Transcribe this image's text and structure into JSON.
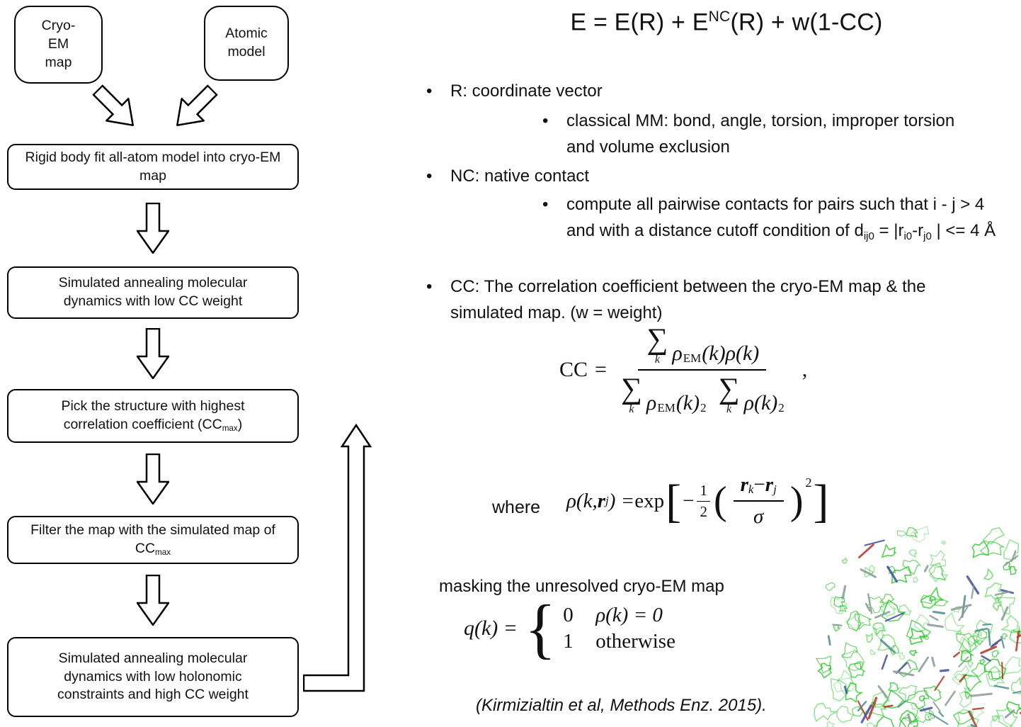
{
  "flowchart": {
    "cryo": "Cryo-EM map",
    "atomic": "Atomic model",
    "rigid": "Rigid body fit all-atom model into cryo-EM map",
    "sa_low": "Simulated annealing molecular dynamics with low CC weight",
    "pick_pre": "Pick the structure with highest correlation coefficient (CC",
    "pick_sub": "max",
    "pick_post": ")",
    "filter_pre": "Filter the map with the simulated map of CC",
    "filter_sub": "max",
    "sa_high": "Simulated annealing molecular dynamics with low holonomic constraints and high CC weight"
  },
  "title_eq": {
    "p1": "E = E(R) + E",
    "sup": "NC",
    "p2": "(R) + w(1-CC)"
  },
  "bullets": {
    "marker": "•",
    "r": "R: coordinate vector",
    "r_sub": "classical MM: bond, angle, torsion, improper torsion and volume exclusion",
    "nc": "NC: native contact",
    "nc_sub": {
      "p1": "compute all pairwise contacts for pairs such that i - j > 4 and with a distance cutoff condition of d",
      "s1": "ij0",
      "p2": " = |r",
      "s2": "i0",
      "p3": "-r",
      "s3": "j0",
      "p4": " | <= 4 Å"
    },
    "cc": "CC: The correlation coefficient between the cryo-EM map & the simulated map. (w = weight)"
  },
  "cc_eq": {
    "lhs": "CC",
    "eq": "=",
    "sum": "∑",
    "sum_sub": "k",
    "rho": "ρ",
    "em": "EM",
    "arg": "(k)",
    "sq": "2",
    "comma": ","
  },
  "where_eq": {
    "label": "where",
    "lhs_p1": "ρ(k, ",
    "r1": "r",
    "r1_sub": "j",
    "lhs_p2": ") = ",
    "exp": "exp",
    "lbracket": "[",
    "rbracket": "]",
    "minus": "−",
    "half_num": "1",
    "half_den": "2",
    "lparen": "(",
    "rparen": ")",
    "num_r1": "r",
    "num_r1_sub": "k",
    "num_minus": " − ",
    "num_r2": "r",
    "num_r2_sub": "j",
    "den": "σ",
    "sq": "2"
  },
  "mask": {
    "label": "masking the unresolved cryo-EM map",
    "q_lhs": "q(k) =",
    "brace": "{",
    "val0": "0",
    "cond0": "ρ(k) = 0",
    "val1": "1",
    "cond1": "otherwise"
  },
  "citation": "(Kirmizialtin et al, Methods Enz. 2015).",
  "colors": {
    "mesh_green": "#21c421",
    "stick_gray": "#8a9a98",
    "stick_teal": "#4f8d8a",
    "stick_red": "#b23425",
    "stick_blue": "#3f4f9c"
  }
}
